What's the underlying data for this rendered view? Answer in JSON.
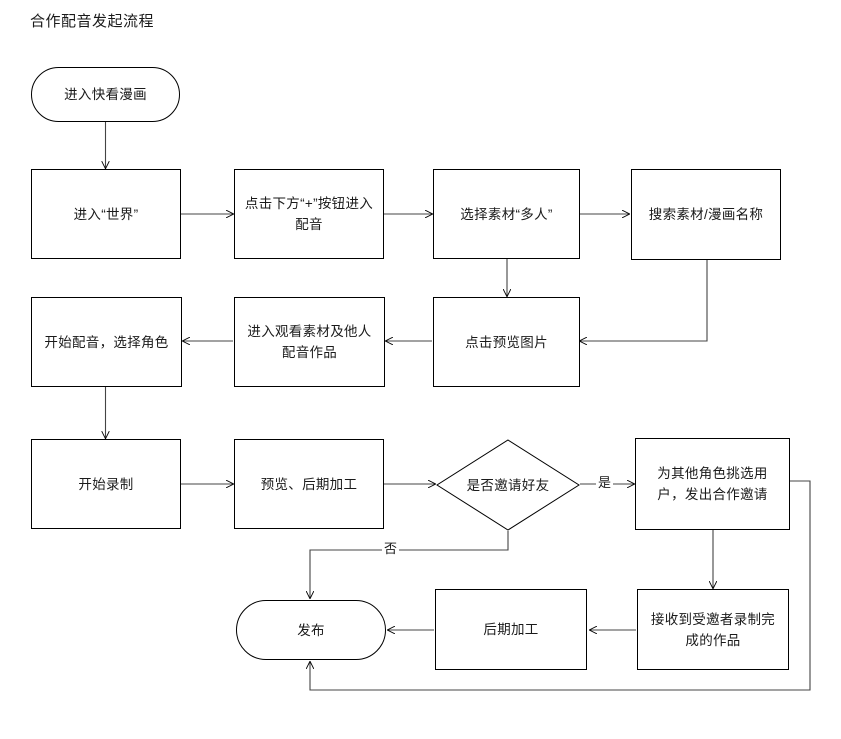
{
  "diagram": {
    "title": "合作配音发起流程",
    "nodes": {
      "start": "进入快看漫画",
      "enter_world": "进入“世界”",
      "tap_plus": "点击下方“+”按钮进入配音",
      "choose_material": "选择素材“多人”",
      "search_material": "搜索素材/漫画名称",
      "start_dubbing": "开始配音，选择角色",
      "view_material": "进入观看素材及他人配音作品",
      "tap_preview": "点击预览图片",
      "start_record": "开始录制",
      "preview_edit": "预览、后期加工",
      "invite_decision": "是否邀请好友",
      "pick_users": "为其他角色挑选用户，发出合作邀请",
      "receive_work": "接收到受邀者录制完成的作品",
      "post_edit": "后期加工",
      "publish": "发布"
    },
    "edge_labels": {
      "yes": "是",
      "no": "否"
    },
    "style": {
      "line_color": "#000000",
      "text_color": "#1a1a1a",
      "background": "#ffffff"
    }
  }
}
